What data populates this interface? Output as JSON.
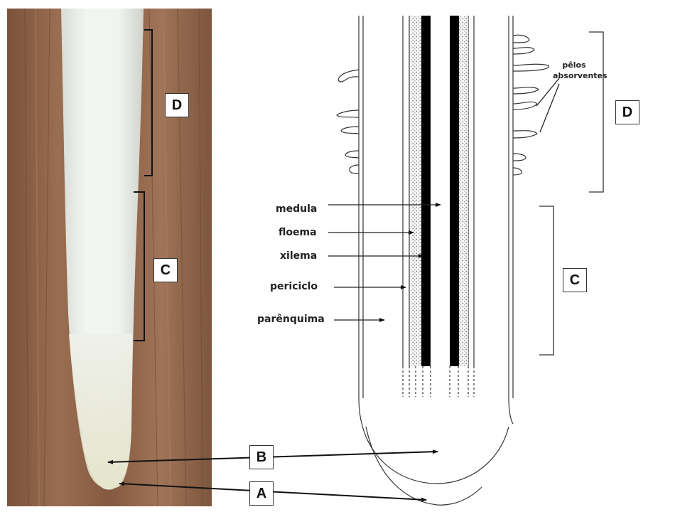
{
  "labels": {
    "A": "A",
    "B": "B",
    "C": "C",
    "D": "D"
  },
  "tissues": {
    "medula": "medula",
    "floema": "floema",
    "xilema": "xilema",
    "periciclo": "periciclo",
    "parenquima": "parênquima"
  },
  "root_hairs": {
    "line1": "pêlos",
    "line2": "absorventes"
  },
  "colors": {
    "wood": "#8a5f44",
    "root": "#eef0ec",
    "xylem": "#000000",
    "stroke": "#333333"
  }
}
